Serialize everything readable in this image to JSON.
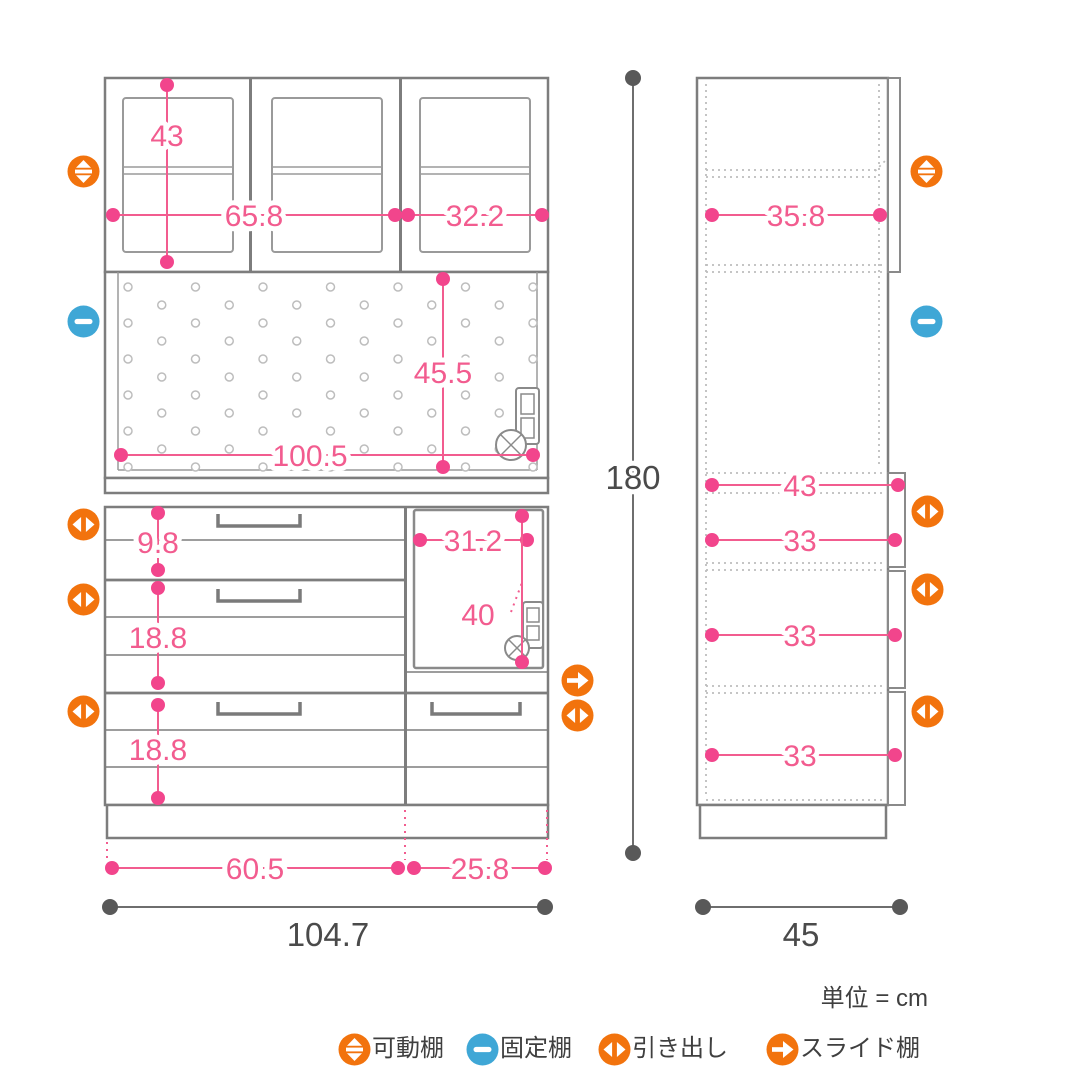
{
  "unit_note": "単位 = cm",
  "colors": {
    "accent_pink": "#F25C8F",
    "accent_pink_dot": "#F2458C",
    "accent_orange": "#F2730D",
    "accent_blue": "#3FA7D6",
    "text_dark": "#4A4A4A",
    "line_gray": "#7D7D7D"
  },
  "front": {
    "upper": {
      "shelf_height": "43",
      "left_width": "65.8",
      "right_width": "32.2"
    },
    "middle": {
      "width": "100.5",
      "height": "45.5"
    },
    "lower": {
      "drawer1_height": "9.8",
      "drawer2_height": "18.8",
      "drawer3_height": "18.8",
      "door_width": "31.2",
      "door_height": "40"
    },
    "base": {
      "left_width": "60.5",
      "right_width": "25.8"
    },
    "total_width": "104.7"
  },
  "side": {
    "upper_depth": "35.8",
    "counter_depth": "43",
    "drawer_depths": [
      "33",
      "33",
      "33"
    ],
    "total_depth": "45"
  },
  "total_height": "180",
  "legend": {
    "items": [
      {
        "icon": "movable-shelf-icon",
        "label": "可動棚"
      },
      {
        "icon": "fixed-shelf-icon",
        "label": "固定棚"
      },
      {
        "icon": "drawer-icon",
        "label": "引き出し"
      },
      {
        "icon": "slide-shelf-icon",
        "label": "スライド棚"
      }
    ]
  }
}
